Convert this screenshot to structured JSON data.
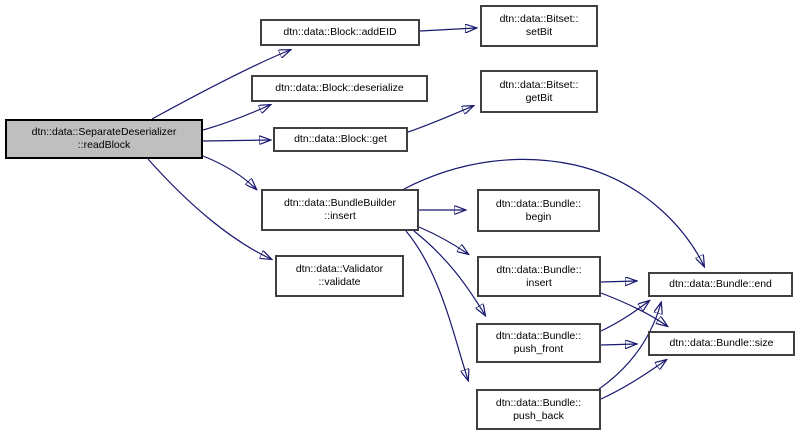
{
  "diagram": {
    "kind": "doxygen-call-graph",
    "root_function": "dtn::data::SeparateDeserializer::readBlock",
    "colors": {
      "edge": "#191970",
      "node_border": "#404040",
      "node_fill": "#ffffff",
      "root_fill": "#bfbfbf",
      "text": "#000000",
      "background": "#ffffff"
    }
  },
  "nodes": {
    "readBlock": {
      "line1": "dtn::data::SeparateDeserializer",
      "line2": "::readBlock"
    },
    "addEID": {
      "line1": "dtn::data::Block::addEID"
    },
    "deserialize": {
      "line1": "dtn::data::Block::deserialize"
    },
    "get": {
      "line1": "dtn::data::Block::get"
    },
    "builderInsert": {
      "line1": "dtn::data::BundleBuilder",
      "line2": "::insert"
    },
    "validate": {
      "line1": "dtn::data::Validator",
      "line2": "::validate"
    },
    "setBit": {
      "line1": "dtn::data::Bitset::",
      "line2": "setBit"
    },
    "getBit": {
      "line1": "dtn::data::Bitset::",
      "line2": "getBit"
    },
    "begin": {
      "line1": "dtn::data::Bundle::",
      "line2": "begin"
    },
    "bundleInsert": {
      "line1": "dtn::data::Bundle::",
      "line2": "insert"
    },
    "pushFront": {
      "line1": "dtn::data::Bundle::",
      "line2": "push_front"
    },
    "pushBack": {
      "line1": "dtn::data::Bundle::",
      "line2": "push_back"
    },
    "end": {
      "line1": "dtn::data::Bundle::end"
    },
    "size": {
      "line1": "dtn::data::Bundle::size"
    }
  },
  "edges": [
    {
      "from": "dtn::data::SeparateDeserializer::readBlock",
      "to": "dtn::data::Block::addEID"
    },
    {
      "from": "dtn::data::SeparateDeserializer::readBlock",
      "to": "dtn::data::Block::deserialize"
    },
    {
      "from": "dtn::data::SeparateDeserializer::readBlock",
      "to": "dtn::data::Block::get"
    },
    {
      "from": "dtn::data::SeparateDeserializer::readBlock",
      "to": "dtn::data::BundleBuilder::insert"
    },
    {
      "from": "dtn::data::SeparateDeserializer::readBlock",
      "to": "dtn::data::Validator::validate"
    },
    {
      "from": "dtn::data::Block::addEID",
      "to": "dtn::data::Bitset::setBit"
    },
    {
      "from": "dtn::data::Block::get",
      "to": "dtn::data::Bitset::getBit"
    },
    {
      "from": "dtn::data::BundleBuilder::insert",
      "to": "dtn::data::Bundle::begin"
    },
    {
      "from": "dtn::data::BundleBuilder::insert",
      "to": "dtn::data::Bundle::end"
    },
    {
      "from": "dtn::data::BundleBuilder::insert",
      "to": "dtn::data::Bundle::insert"
    },
    {
      "from": "dtn::data::BundleBuilder::insert",
      "to": "dtn::data::Bundle::push_front"
    },
    {
      "from": "dtn::data::BundleBuilder::insert",
      "to": "dtn::data::Bundle::push_back"
    },
    {
      "from": "dtn::data::Bundle::insert",
      "to": "dtn::data::Bundle::end"
    },
    {
      "from": "dtn::data::Bundle::insert",
      "to": "dtn::data::Bundle::size"
    },
    {
      "from": "dtn::data::Bundle::push_front",
      "to": "dtn::data::Bundle::end"
    },
    {
      "from": "dtn::data::Bundle::push_front",
      "to": "dtn::data::Bundle::size"
    },
    {
      "from": "dtn::data::Bundle::push_back",
      "to": "dtn::data::Bundle::end"
    },
    {
      "from": "dtn::data::Bundle::push_back",
      "to": "dtn::data::Bundle::size"
    }
  ]
}
